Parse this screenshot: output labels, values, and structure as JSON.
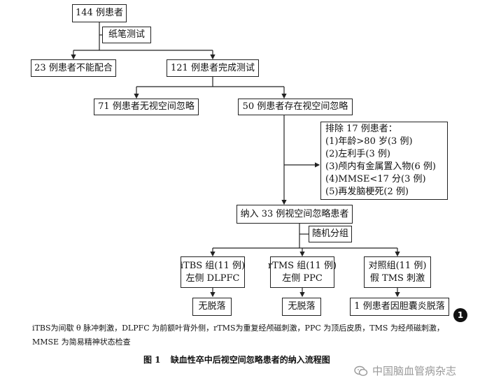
{
  "boxes": {
    "total": "144 例患者",
    "test": "纸笔测试",
    "not_cooperate": "23 例患者不能配合",
    "completed": "121 例患者完成测试",
    "no_neglect": "71 例患者无视空间忽略",
    "has_neglect": "50 例患者存在视空间忽略",
    "exclude_title": "排除 17 例患者：",
    "exclude_items": [
      "(1)年龄>80 岁(3 例)",
      "(2)左利手(3 例)",
      "(3)颅内有金属置入物(6 例)",
      "(4)MMSE<17 分(3 例)",
      "(5)再发脑梗死(2 例)"
    ],
    "enrolled": "纳入 33 例视空间忽略患者",
    "random": "随机分组",
    "group_itbs_1": "iTBS 组(11 例)",
    "group_itbs_2": "左侧 DLPFC",
    "group_rtms_1": "rTMS 组(11 例)",
    "group_rtms_2": "左侧 PPC",
    "group_ctrl_1": "对照组(11 例)",
    "group_ctrl_2": "假 TMS 刺激",
    "out_itbs": "无脱落",
    "out_rtms": "无脱落",
    "out_ctrl": "1 例患者因胆囊炎脱落"
  },
  "badge": "1",
  "notes": [
    "iTBS为间歇 θ 脉冲刺激，DLPFC 为前额叶背外侧，rTMS为重复经颅磁刺激，PPC 为顶后皮质，TMS 为经颅磁刺激，",
    "MMSE 为简易精神状态检查"
  ],
  "caption": {
    "label": "图 1",
    "text": "缺血性卒中后视空间忽略患者的纳入流程图"
  },
  "watermark": "中国脑血管病杂志",
  "colors": {
    "line": "#222222",
    "watermark": "#9a9a9a"
  }
}
